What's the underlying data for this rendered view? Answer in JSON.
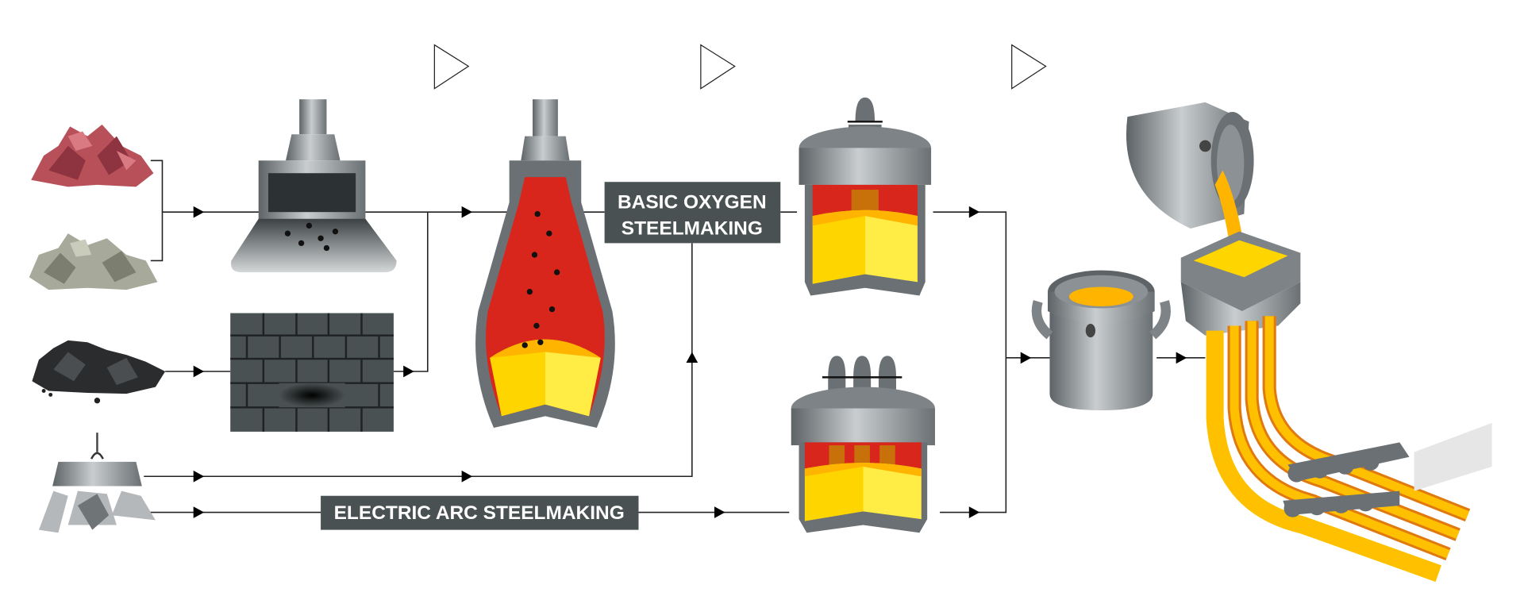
{
  "labels": {
    "bos_line1": "BASIC OXYGEN",
    "bos_line2": "STEELMAKING",
    "eaf": "ELECTRIC ARC STEELMAKING"
  },
  "colors": {
    "label_bg": "#4a5152",
    "molten_red": "#d9261c",
    "molten_yellow": "#ffd500",
    "steel_gray": "#7d8386",
    "strand_orange": "#ffb400"
  }
}
